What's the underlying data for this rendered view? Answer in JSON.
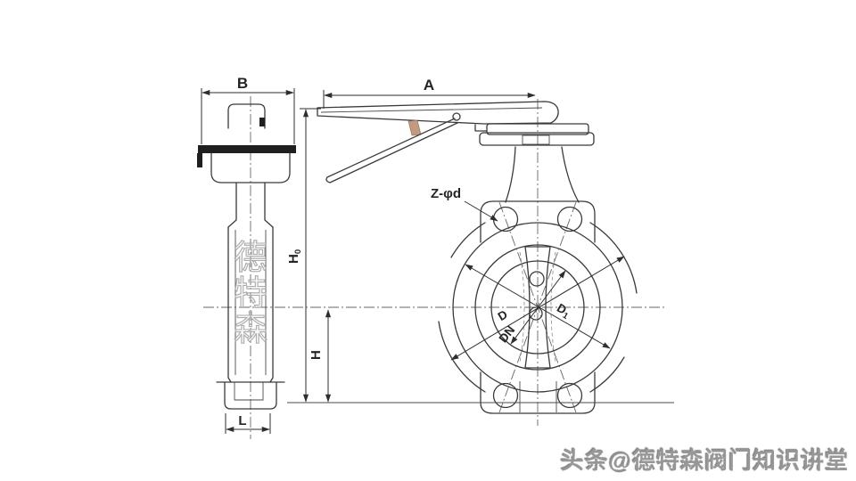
{
  "labels": {
    "b": "B",
    "a": "A",
    "z_phi_d": "Z-φd",
    "h0_main": "H",
    "h0_sub": "0",
    "h": "H",
    "l": "L",
    "d": "D",
    "dn": "DN",
    "d1_main": "D",
    "d1_sub": "1"
  },
  "watermark": {
    "chars": [
      "德",
      "特",
      "森"
    ]
  },
  "caption": {
    "text": "头条@德特森阀门知识讲堂"
  },
  "colors": {
    "line": "#3a3a3a",
    "centerline": "#666666",
    "handle_grip_tan": "#c49a7e",
    "caption_gray": "#979797",
    "watermark_gray": "#ababab",
    "background": "#ffffff"
  }
}
